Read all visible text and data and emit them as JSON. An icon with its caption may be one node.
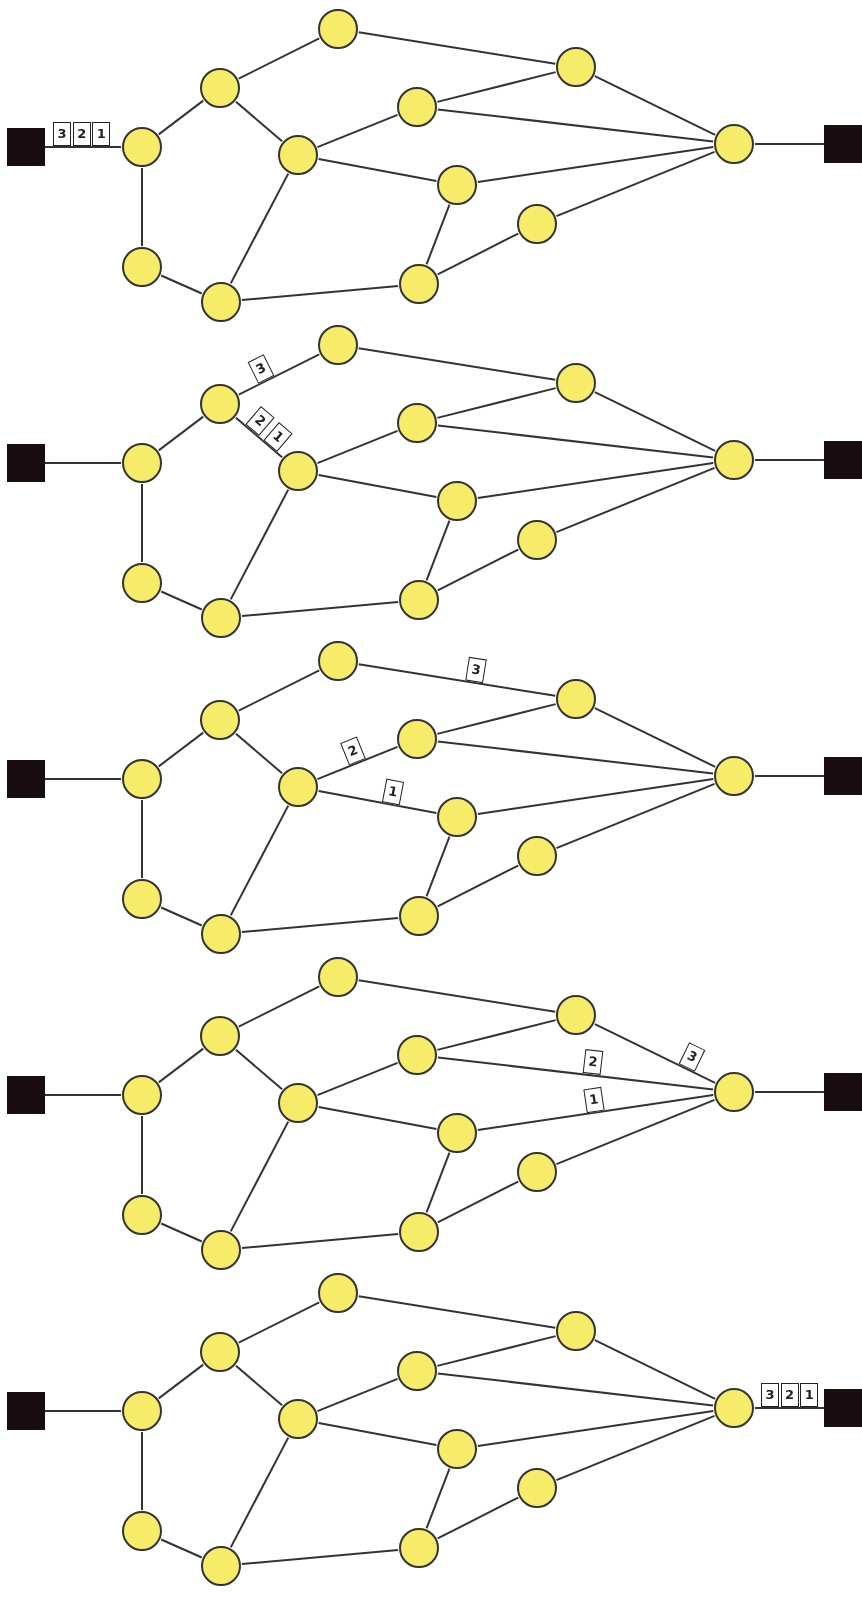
{
  "diagram": {
    "nodes": [
      {
        "text": [],
        "shape": "circle"
      },
      {
        "text": [],
        "shape": "circle"
      },
      {
        "text": [],
        "shape": "circle"
      },
      {
        "text": [],
        "shape": "circle"
      },
      {
        "text": [],
        "shape": "box"
      },
      {
        "text": [],
        "shape": "circle"
      },
      {
        "text": [],
        "shape": "circle"
      },
      {
        "text": [],
        "shape": "circle"
      },
      {
        "text": [],
        "shape": "box"
      },
      {
        "text": [],
        "shape": "circle"
      },
      {
        "text": [],
        "shape": "circle"
      },
      {
        "text": [],
        "shape": "circle"
      },
      {
        "text": [],
        "shape": "circle"
      },
      {
        "text": [],
        "shape": "circle"
      },
      {
        "text": [],
        "shape": "circle"
      },
      {
        "text": [],
        "shape": "circle"
      },
      {
        "text": [],
        "shape": "circle"
      },
      {
        "text": [],
        "shape": "circle"
      },
      {
        "text": [],
        "shape": "box"
      },
      {
        "text": [],
        "shape": "circle"
      },
      {
        "text": [],
        "shape": "circle"
      },
      {
        "text": [],
        "shape": "circle"
      },
      {
        "text": [],
        "shape": "box"
      },
      {
        "text": [],
        "shape": "circle"
      },
      {
        "text": [],
        "shape": "circle"
      },
      {
        "text": [],
        "shape": "circle"
      },
      {
        "text": [],
        "shape": "circle"
      },
      {
        "text": [],
        "shape": "circle"
      },
      {
        "text": [],
        "shape": "circle"
      },
      {
        "text": [],
        "shape": "circle"
      },
      {
        "text": [],
        "shape": "circle"
      },
      {
        "text": [],
        "shape": "circle"
      },
      {
        "text": [],
        "shape": "box"
      },
      {
        "text": [],
        "shape": "circle"
      },
      {
        "text": [],
        "shape": "circle"
      },
      {
        "text": [],
        "shape": "circle"
      },
      {
        "text": [],
        "shape": "box"
      },
      {
        "text": [],
        "shape": "circle"
      },
      {
        "text": [],
        "shape": "circle"
      },
      {
        "text": [],
        "shape": "circle"
      },
      {
        "text": [],
        "shape": "circle"
      },
      {
        "text": [],
        "shape": "circle"
      },
      {
        "text": [],
        "shape": "circle"
      },
      {
        "text": [],
        "shape": "circle"
      },
      {
        "text": [],
        "shape": "circle"
      },
      {
        "text": [],
        "shape": "circle"
      },
      {
        "text": [],
        "shape": "box"
      },
      {
        "text": [],
        "shape": "circle"
      },
      {
        "text": [],
        "shape": "circle"
      },
      {
        "text": [],
        "shape": "circle"
      },
      {
        "text": [],
        "shape": "box"
      },
      {
        "text": [],
        "shape": "circle"
      },
      {
        "text": [],
        "shape": "circle"
      },
      {
        "text": [],
        "shape": "circle"
      },
      {
        "text": [],
        "shape": "circle"
      },
      {
        "text": [],
        "shape": "circle"
      },
      {
        "text": [],
        "shape": "circle"
      },
      {
        "text": [],
        "shape": "circle"
      },
      {
        "text": [],
        "shape": "circle"
      },
      {
        "text": [],
        "shape": "circle"
      },
      {
        "text": [],
        "shape": "box"
      },
      {
        "text": [],
        "shape": "circle"
      },
      {
        "text": [],
        "shape": "circle"
      },
      {
        "text": [],
        "shape": "circle"
      },
      {
        "text": [],
        "shape": "box"
      },
      {
        "text": [],
        "shape": "circle"
      },
      {
        "text": [],
        "shape": "circle"
      },
      {
        "text": [],
        "shape": "circle"
      },
      {
        "text": [],
        "shape": "circle"
      },
      {
        "text": [],
        "shape": "circle"
      }
    ],
    "edges": [
      {
        "from": 4,
        "to": 5,
        "arrow": "none"
      },
      {
        "from": 5,
        "to": 2,
        "arrow": "none"
      },
      {
        "from": 2,
        "to": 0,
        "arrow": "none"
      },
      {
        "from": 0,
        "to": 1,
        "arrow": "none"
      },
      {
        "from": 1,
        "to": 7,
        "arrow": "none"
      },
      {
        "from": 2,
        "to": 6,
        "arrow": "none"
      },
      {
        "from": 6,
        "to": 3,
        "arrow": "none"
      },
      {
        "from": 3,
        "to": 1,
        "arrow": "none"
      },
      {
        "from": 3,
        "to": 7,
        "arrow": "none"
      },
      {
        "from": 6,
        "to": 9,
        "arrow": "none"
      },
      {
        "from": 9,
        "to": 7,
        "arrow": "none"
      },
      {
        "from": 9,
        "to": 12,
        "arrow": "none"
      },
      {
        "from": 12,
        "to": 10,
        "arrow": "none"
      },
      {
        "from": 10,
        "to": 7,
        "arrow": "none"
      },
      {
        "from": 5,
        "to": 11,
        "arrow": "none"
      },
      {
        "from": 11,
        "to": 13,
        "arrow": "none"
      },
      {
        "from": 13,
        "to": 6,
        "arrow": "none"
      },
      {
        "from": 13,
        "to": 12,
        "arrow": "none"
      },
      {
        "from": 7,
        "to": 8,
        "arrow": "none"
      },
      {
        "from": 18,
        "to": 19,
        "arrow": "none"
      },
      {
        "from": 19,
        "to": 16,
        "arrow": "none"
      },
      {
        "from": 16,
        "to": 14,
        "arrow": "none"
      },
      {
        "from": 14,
        "to": 15,
        "arrow": "none"
      },
      {
        "from": 15,
        "to": 21,
        "arrow": "none"
      },
      {
        "from": 16,
        "to": 20,
        "arrow": "none"
      },
      {
        "from": 20,
        "to": 17,
        "arrow": "none"
      },
      {
        "from": 17,
        "to": 15,
        "arrow": "none"
      },
      {
        "from": 17,
        "to": 21,
        "arrow": "none"
      },
      {
        "from": 20,
        "to": 23,
        "arrow": "none"
      },
      {
        "from": 23,
        "to": 21,
        "arrow": "none"
      },
      {
        "from": 23,
        "to": 26,
        "arrow": "none"
      },
      {
        "from": 26,
        "to": 24,
        "arrow": "none"
      },
      {
        "from": 24,
        "to": 21,
        "arrow": "none"
      },
      {
        "from": 19,
        "to": 25,
        "arrow": "none"
      },
      {
        "from": 25,
        "to": 27,
        "arrow": "none"
      },
      {
        "from": 27,
        "to": 20,
        "arrow": "none"
      },
      {
        "from": 27,
        "to": 26,
        "arrow": "none"
      },
      {
        "from": 21,
        "to": 22,
        "arrow": "none"
      },
      {
        "from": 32,
        "to": 33,
        "arrow": "none"
      },
      {
        "from": 33,
        "to": 30,
        "arrow": "none"
      },
      {
        "from": 30,
        "to": 28,
        "arrow": "none"
      },
      {
        "from": 28,
        "to": 29,
        "arrow": "none"
      },
      {
        "from": 29,
        "to": 35,
        "arrow": "none"
      },
      {
        "from": 30,
        "to": 34,
        "arrow": "none"
      },
      {
        "from": 34,
        "to": 31,
        "arrow": "none"
      },
      {
        "from": 31,
        "to": 29,
        "arrow": "none"
      },
      {
        "from": 31,
        "to": 35,
        "arrow": "none"
      },
      {
        "from": 34,
        "to": 37,
        "arrow": "none"
      },
      {
        "from": 37,
        "to": 35,
        "arrow": "none"
      },
      {
        "from": 37,
        "to": 40,
        "arrow": "none"
      },
      {
        "from": 40,
        "to": 38,
        "arrow": "none"
      },
      {
        "from": 38,
        "to": 35,
        "arrow": "none"
      },
      {
        "from": 33,
        "to": 39,
        "arrow": "none"
      },
      {
        "from": 39,
        "to": 41,
        "arrow": "none"
      },
      {
        "from": 41,
        "to": 34,
        "arrow": "none"
      },
      {
        "from": 41,
        "to": 40,
        "arrow": "none"
      },
      {
        "from": 35,
        "to": 36,
        "arrow": "none"
      },
      {
        "from": 46,
        "to": 47,
        "arrow": "none"
      },
      {
        "from": 47,
        "to": 44,
        "arrow": "none"
      },
      {
        "from": 44,
        "to": 42,
        "arrow": "none"
      },
      {
        "from": 42,
        "to": 43,
        "arrow": "none"
      },
      {
        "from": 43,
        "to": 49,
        "arrow": "none"
      },
      {
        "from": 44,
        "to": 48,
        "arrow": "none"
      },
      {
        "from": 48,
        "to": 45,
        "arrow": "none"
      },
      {
        "from": 45,
        "to": 43,
        "arrow": "none"
      },
      {
        "from": 45,
        "to": 49,
        "arrow": "none"
      },
      {
        "from": 48,
        "to": 51,
        "arrow": "none"
      },
      {
        "from": 51,
        "to": 49,
        "arrow": "none"
      },
      {
        "from": 51,
        "to": 54,
        "arrow": "none"
      },
      {
        "from": 54,
        "to": 52,
        "arrow": "none"
      },
      {
        "from": 52,
        "to": 49,
        "arrow": "none"
      },
      {
        "from": 47,
        "to": 53,
        "arrow": "none"
      },
      {
        "from": 53,
        "to": 55,
        "arrow": "none"
      },
      {
        "from": 55,
        "to": 48,
        "arrow": "none"
      },
      {
        "from": 55,
        "to": 54,
        "arrow": "none"
      },
      {
        "from": 49,
        "to": 50,
        "arrow": "none"
      },
      {
        "from": 60,
        "to": 61,
        "arrow": "none"
      },
      {
        "from": 61,
        "to": 58,
        "arrow": "none"
      },
      {
        "from": 58,
        "to": 56,
        "arrow": "none"
      },
      {
        "from": 56,
        "to": 57,
        "arrow": "none"
      },
      {
        "from": 57,
        "to": 63,
        "arrow": "none"
      },
      {
        "from": 58,
        "to": 62,
        "arrow": "none"
      },
      {
        "from": 62,
        "to": 59,
        "arrow": "none"
      },
      {
        "from": 59,
        "to": 57,
        "arrow": "none"
      },
      {
        "from": 59,
        "to": 63,
        "arrow": "none"
      },
      {
        "from": 62,
        "to": 65,
        "arrow": "none"
      },
      {
        "from": 65,
        "to": 63,
        "arrow": "none"
      },
      {
        "from": 65,
        "to": 68,
        "arrow": "none"
      },
      {
        "from": 68,
        "to": 66,
        "arrow": "none"
      },
      {
        "from": 66,
        "to": 63,
        "arrow": "none"
      },
      {
        "from": 61,
        "to": 67,
        "arrow": "none"
      },
      {
        "from": 67,
        "to": 69,
        "arrow": "none"
      },
      {
        "from": 69,
        "to": 62,
        "arrow": "none"
      },
      {
        "from": 69,
        "to": 68,
        "arrow": "none"
      },
      {
        "from": 63,
        "to": 64,
        "arrow": "none"
      }
    ],
    "labels": [
      "3",
      "2",
      "1",
      "3",
      "2",
      "1",
      "3",
      "2",
      "1",
      "3",
      "2",
      "1",
      "3",
      "2",
      "1"
    ]
  }
}
